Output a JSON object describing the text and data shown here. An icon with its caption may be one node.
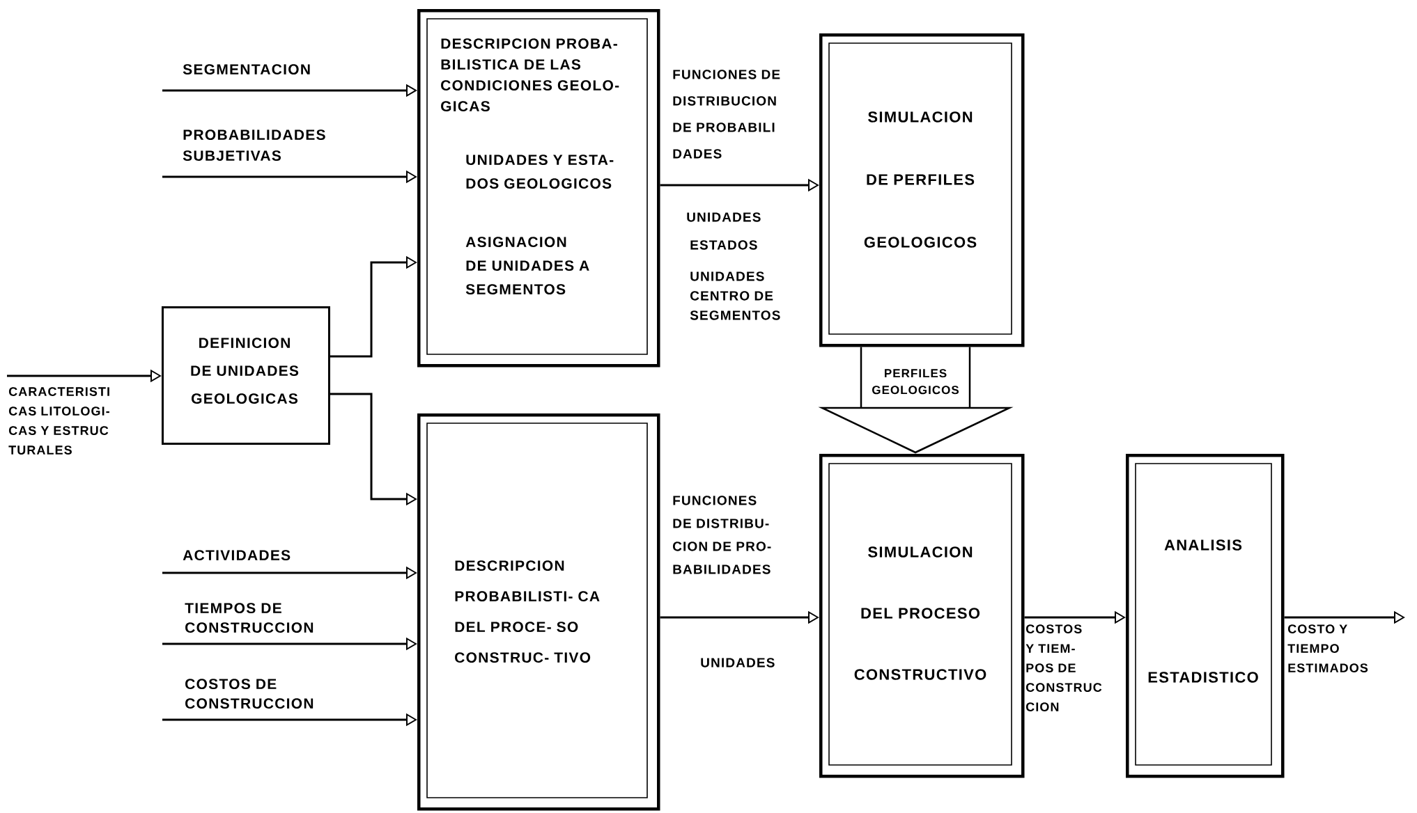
{
  "diagram": {
    "nodes": [
      {
        "text": [
          "DESCRIPCION PROBA- BILISTICA DE LAS CONDICIONES GEOLO- GICAS",
          "UNIDADES Y ESTA- DOS GEOLOGICOS",
          "ASIGNACION DE UNIDADES A SEGMENTOS"
        ]
      },
      {
        "text": [
          "SIMULACION DE PERFILES GEOLOGICOS"
        ]
      },
      {
        "text": [
          "DEFINICION DE UNIDADES GEOLOGICAS"
        ]
      },
      {
        "text": [
          "DESCRIPCION PROBABILISTI- CA DEL PROCE- SO CONSTRUC- TIVO"
        ]
      },
      {
        "text": [
          "SIMULACION DEL PROCESO CONSTRUCTIVO"
        ]
      },
      {
        "text": [
          "ANALISIS ESTADISTICO"
        ]
      },
      {
        "text": [],
        "shape": "triangle"
      }
    ],
    "edges": [
      {
        "from": null,
        "to": 0,
        "arrow": "to",
        "label": "SEGMENTACION"
      },
      {
        "from": null,
        "to": 0,
        "arrow": "to",
        "label": "PROBABILIDADES SUBJETIVAS"
      },
      {
        "from": null,
        "to": 2,
        "arrow": "to",
        "label": "CARACTERISTI CAS LITOLOGI- CAS Y ESTRUC TURALES"
      },
      {
        "from": 2,
        "to": 0,
        "arrow": "to"
      },
      {
        "from": 2,
        "to": 3,
        "arrow": "to"
      },
      {
        "from": null,
        "to": 3,
        "arrow": "to",
        "label": "ACTIVIDADES"
      },
      {
        "from": null,
        "to": 3,
        "arrow": "to",
        "label": "TIEMPOS DE CONSTRUCCION"
      },
      {
        "from": null,
        "to": 3,
        "arrow": "to",
        "label": "COSTOS DE CONSTRUCCION"
      },
      {
        "from": 0,
        "to": 1,
        "arrow": "to",
        "label": "FUNCIONES DE DISTRIBUCION DE PROBABILI DADES"
      },
      {
        "from": 1,
        "to": 6,
        "arrow": "none",
        "label": "PERFILES GEOLOGICOS"
      },
      {
        "from": 3,
        "to": 4,
        "arrow": "to",
        "label": "FUNCIONES DE DISTRIBU- CION DE PRO- BABILIDADES"
      },
      {
        "from": 4,
        "to": 5,
        "arrow": "to",
        "label": "COSTOS Y TIEM- POS DE CONSTRUC CION"
      },
      {
        "from": 5,
        "to": null,
        "arrow": "to",
        "label": "COSTO Y TIEMPO ESTIMADOS"
      }
    ],
    "labels": [
      "UNIDADES",
      "ESTADOS",
      "UNIDADES CENTRO DE SEGMENTOS",
      "UNIDADES"
    ]
  }
}
